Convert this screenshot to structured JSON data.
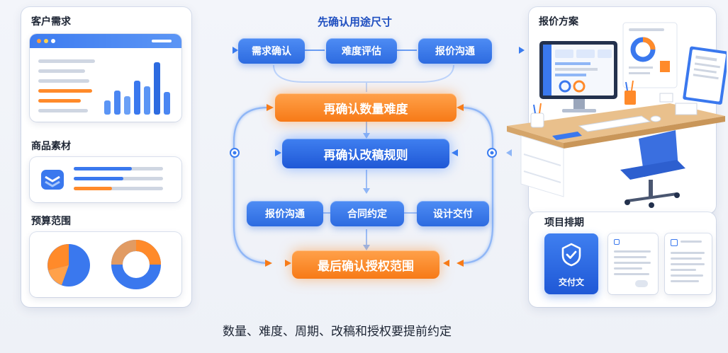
{
  "colors": {
    "blue": "#2d6be0",
    "orange": "#f77a17",
    "light_blue": "#8fb6f6",
    "gray": "#cfd6e2"
  },
  "left_panels": {
    "customer_needs": {
      "title": "客户需求"
    },
    "product_materials": {
      "title": "商品素材"
    },
    "budget_scope": {
      "title": "预算范围"
    }
  },
  "flow": {
    "top_label": "先确认用途尺寸",
    "row1": [
      "需求确认",
      "难度评估",
      "报价沟通"
    ],
    "confirm_quantity": "再确认数量难度",
    "confirm_revision": "再确认改稿规则",
    "row4": [
      "报价沟通",
      "合同约定",
      "设计交付"
    ],
    "final_authorization": "最后确认授权范围"
  },
  "right_panels": {
    "quotation": {
      "title": "报价方案"
    },
    "schedule": {
      "title": "项目排期",
      "delivery_label": "交付文"
    }
  },
  "caption": "数量、难度、周期、改稿和授权要提前约定",
  "icons": [
    "browser-icon",
    "chart-icon",
    "stack-icon",
    "pie-chart-icon",
    "donut-chart-icon",
    "desk-illustration-icon",
    "check-shield-icon",
    "document-icon"
  ]
}
